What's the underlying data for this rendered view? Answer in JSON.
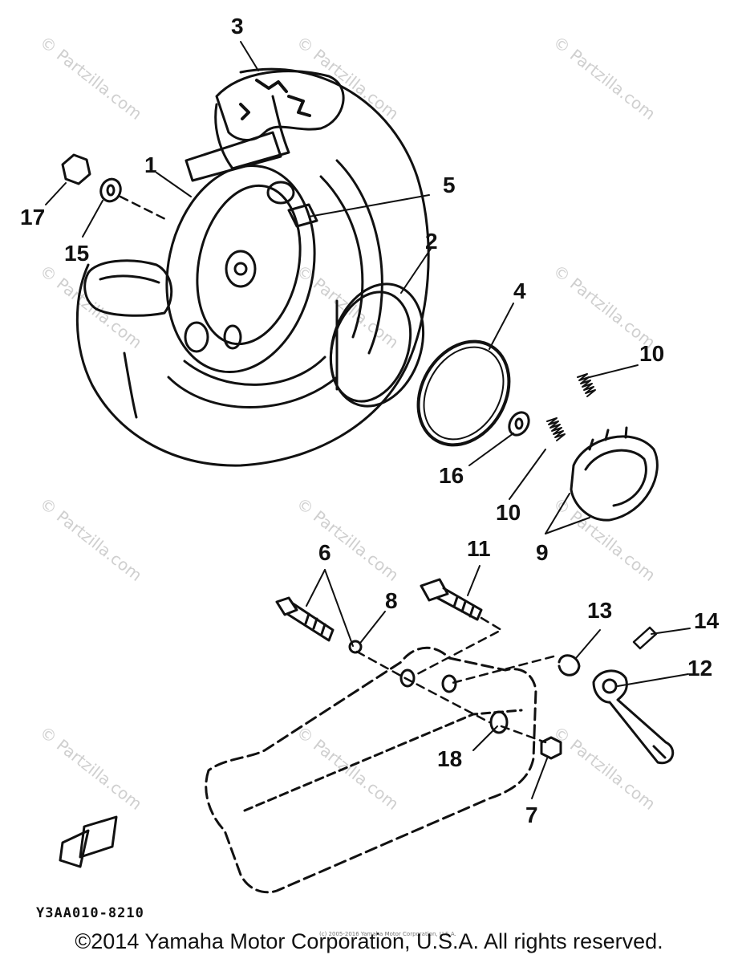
{
  "watermark": "© Partzilla.com",
  "diagram": {
    "callouts": {
      "c1": "1",
      "c2": "2",
      "c3": "3",
      "c4": "4",
      "c5": "5",
      "c6": "6",
      "c7": "7",
      "c8": "8",
      "c9": "9",
      "c10a": "10",
      "c10b": "10",
      "c11": "11",
      "c12": "12",
      "c13": "13",
      "c14": "14",
      "c15": "15",
      "c16": "16",
      "c17": "17",
      "c18": "18"
    },
    "figure_code": "Y3AA010-8210",
    "tiny_notice": "(c) 2005-2016 Yamaha Motor Corporation, U.S.A.",
    "copyright": "©2014 Yamaha Motor Corporation, U.S.A. All rights reserved."
  }
}
